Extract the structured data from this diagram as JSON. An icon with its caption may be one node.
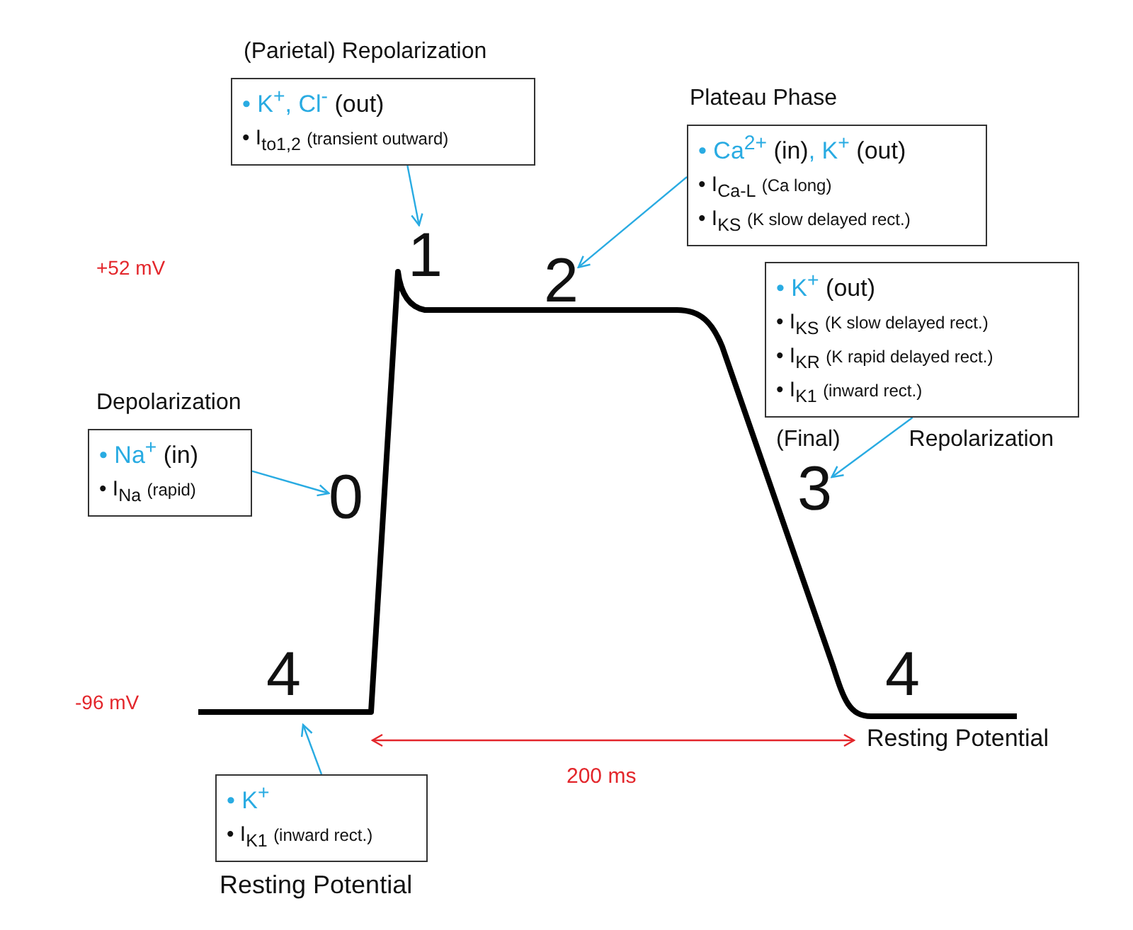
{
  "diagram": {
    "nodes": [
      {
        "text": [
          "(Parietal) Repolarization",
          "• K$^{+}$, Cl$^{-}$ (out)",
          "• I$_{to1,2}$ (transient outward)"
        ]
      },
      {
        "text": [
          "Plateau Phase",
          "• Ca$^{2+}$ (in), K$^{+}$ (out)",
          "• I$_{Ca-L}$ (Ca long)",
          "• I$_{KS}$ (K slow delayed rect.)"
        ]
      },
      {
        "text": [
          "1"
        ]
      },
      {
        "text": [
          "2"
        ]
      },
      {
        "text": [
          "• K$^{+}$ (out)",
          "• I$_{KS}$ (K slow delayed rect.)",
          "• I$_{KR}$ (K rapid delayed rect.)",
          "• I$_{K1}$ (inward rect.)",
          "(Final) Repolarization"
        ]
      },
      {
        "text": [
          "Depolarization",
          "• Na$^{+}$ (in)",
          "• I$_{Na}$ (rapid)"
        ]
      },
      {
        "text": [
          "0"
        ]
      },
      {
        "text": [
          "3"
        ]
      },
      {
        "text": [
          "• K$^{+}$",
          "• I$_{K1}$ (inward rect.)",
          "Resting Potential"
        ]
      }
    ],
    "edges": [
      {
        "from": 0,
        "to": 2,
        "arrow": "to"
      },
      {
        "from": 1,
        "to": 3,
        "arrow": "to"
      },
      {
        "from": 4,
        "to": 7,
        "arrow": "to"
      },
      {
        "from": 5,
        "to": 6,
        "arrow": "to"
      },
      {
        "from": 8,
        "to": null,
        "arrow": "to"
      }
    ],
    "labels": [
      "+52 mV",
      "4",
      "4",
      "-96 mV",
      "Resting Potential",
      "200 ms"
    ]
  }
}
